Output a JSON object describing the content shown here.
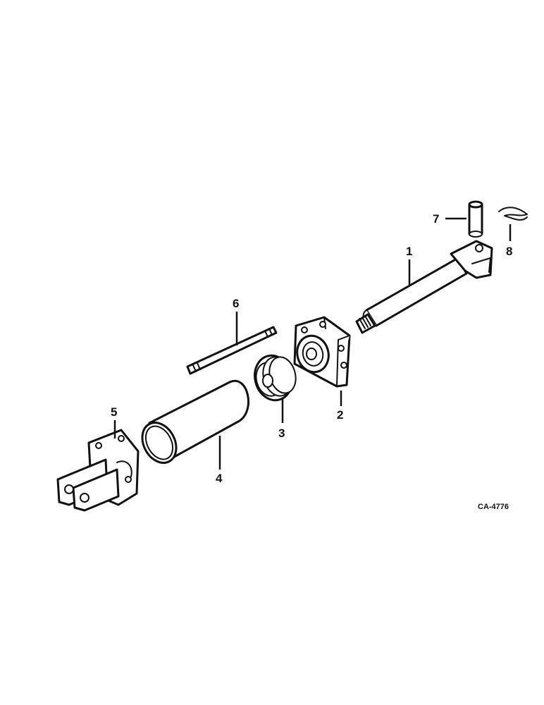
{
  "callouts": {
    "c1": "1",
    "c2": "2",
    "c3": "3",
    "c4": "4",
    "c5": "5",
    "c6": "6",
    "c7": "7",
    "c8": "8"
  },
  "figure_code": "CA-4776"
}
